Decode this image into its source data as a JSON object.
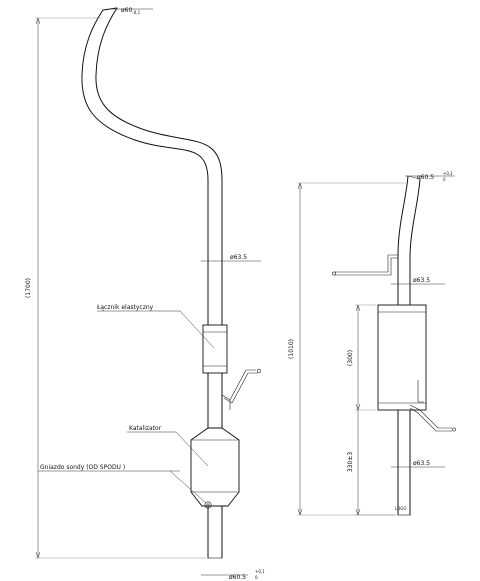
{
  "left_view": {
    "total_length": "(1700)",
    "inlet_diameter": "ø60",
    "inlet_tolerance": "-0,1",
    "pipe_diameter": "ø63.5",
    "outlet_diameter": "ø60.5",
    "outlet_tol_upper": "+0,1",
    "outlet_tol_lower": "0",
    "flex_connector_label": "Łącznik elastyczny",
    "catalyst_label": "Katalizator",
    "sensor_socket_label": "Gniazdo sondy (OD SPODU   )"
  },
  "right_view": {
    "total_length": "(1010)",
    "inlet_diameter": "ø60.5",
    "inlet_tol_upper": "+0,1",
    "inlet_tol_lower": "0",
    "upper_pipe_diameter": "ø63.5",
    "muffler_length": "(300)",
    "lower_length": "330±3",
    "lower_pipe_diameter": "ø63.5",
    "logo": "LOGO"
  }
}
